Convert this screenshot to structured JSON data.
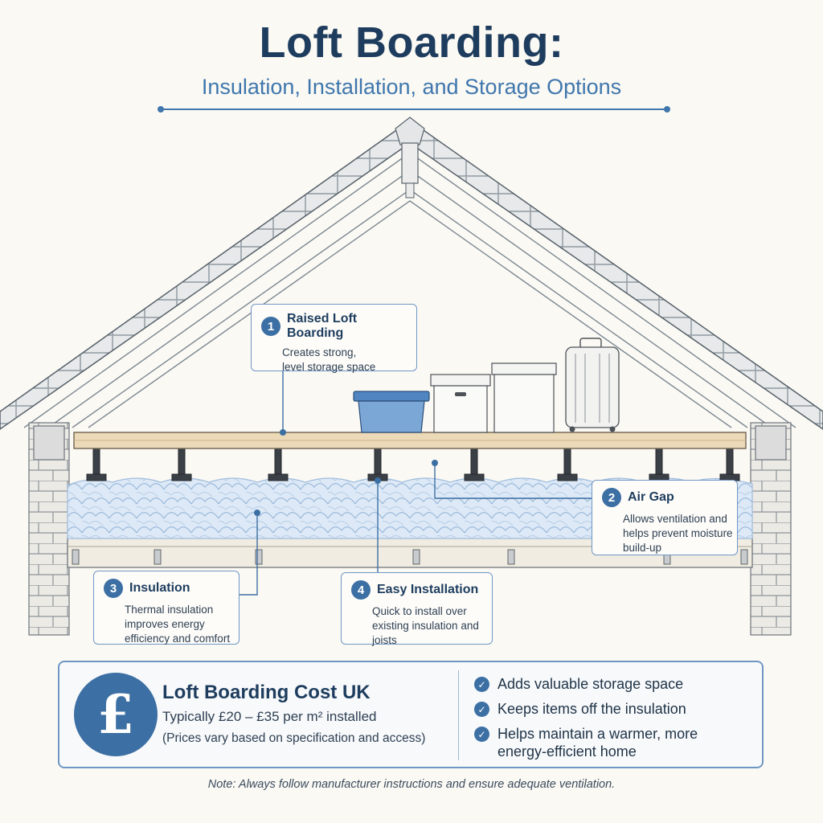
{
  "header": {
    "title": "Loft Boarding:",
    "subtitle": "Insulation, Installation, and Storage Options"
  },
  "callouts": [
    {
      "num": "1",
      "title": "Raised Loft Boarding",
      "desc": "Creates strong, level storage space"
    },
    {
      "num": "2",
      "title": "Air Gap",
      "desc": "Allows ventilation and helps prevent moisture build-up"
    },
    {
      "num": "3",
      "title": "Insulation",
      "desc": "Thermal insulation improves energy efficiency and comfort"
    },
    {
      "num": "4",
      "title": "Easy Installation",
      "desc": "Quick to install over existing insulation and joists"
    }
  ],
  "cost": {
    "icon": "pound-sterling-icon",
    "symbol": "£",
    "title": "Loft Boarding Cost UK",
    "price": "Typically £20 – £35 per m² installed",
    "note": "(Prices vary based on specification and access)"
  },
  "benefits": [
    "Adds valuable storage space",
    "Keeps items off the insulation",
    "Helps maintain a warmer, more energy-efficient home"
  ],
  "footnote": "Note: Always follow manufacturer instructions and ensure adequate ventilation.",
  "colors": {
    "accent": "#3c6fa3",
    "title": "#1e3d5e",
    "subtitle": "#3f77ad",
    "insulation": "#dce8f5",
    "board": "#ecd9b8",
    "background": "#fbf9f4"
  }
}
